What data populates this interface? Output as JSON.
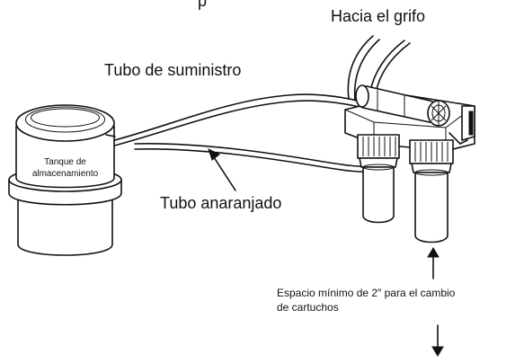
{
  "labels": {
    "faucet": "Hacia el grifo",
    "supply_tube": "Tubo de suministro",
    "orange_tube": "Tubo anaranjado",
    "tank_line1": "Tanque de",
    "tank_line2": "almacenamiento",
    "clearance_line1": "Espacio mínimo de 2″ para el cambio",
    "clearance_line2": "de cartuchos",
    "top_fragment": "p"
  }
}
